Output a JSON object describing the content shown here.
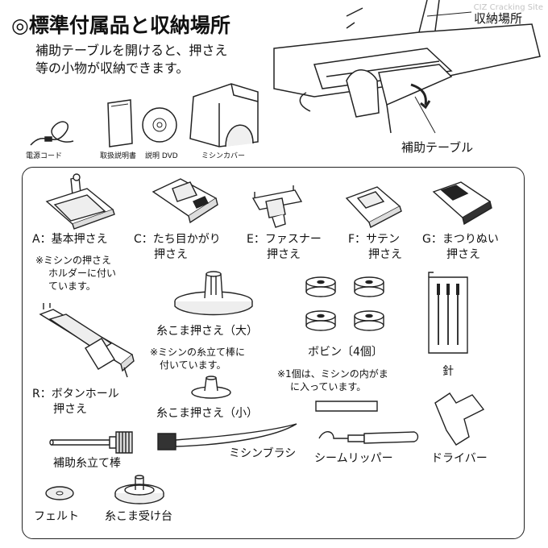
{
  "header": {
    "title": "◎標準付属品と収納場所",
    "intro_lines": [
      "補助テーブルを開けると、押さえ",
      "等の小物が収納できます。"
    ],
    "watermark": "CIZ Cracking Site"
  },
  "machine": {
    "storage_label": "収納場所",
    "aux_table_label": "補助テーブル"
  },
  "included": {
    "power_cord": "電源コード",
    "manual": "取扱説明書",
    "dvd": "説明 DVD",
    "cover": "ミシンカバー"
  },
  "items": {
    "foot_a": [
      "A：基本押さえ"
    ],
    "foot_a_note": [
      "※ミシンの押さえ",
      "ホルダーに付い",
      "ています。"
    ],
    "foot_c": [
      "C：たち目かがり",
      "押さえ"
    ],
    "foot_e": [
      "E：ファスナー",
      "押さえ"
    ],
    "foot_f": [
      "F：サテン",
      "押さえ"
    ],
    "foot_g": [
      "G：まつりぬい",
      "押さえ"
    ],
    "foot_r": [
      "R：ボタンホール",
      "押さえ"
    ],
    "spool_cap_large": "糸こま押さえ（大）",
    "spool_cap_large_note": [
      "※ミシンの糸立て棒に",
      "付いています。"
    ],
    "spool_cap_small": "糸こま押さえ（小）",
    "bobbin": "ボビン〔4個〕",
    "bobbin_note": [
      "※1個は、ミシンの内がま",
      "に入っています。"
    ],
    "needle": "針",
    "aux_spool_pin": "補助糸立て棒",
    "brush": "ミシンブラシ",
    "seam_ripper": "シームリッパー",
    "screwdriver": "ドライバー",
    "felt": "フェルト",
    "spool_stand": "糸こま受け台"
  },
  "colors": {
    "line": "#222222",
    "fill": "#ffffff",
    "shade": "#e6e6e6",
    "dark": "#444444"
  }
}
